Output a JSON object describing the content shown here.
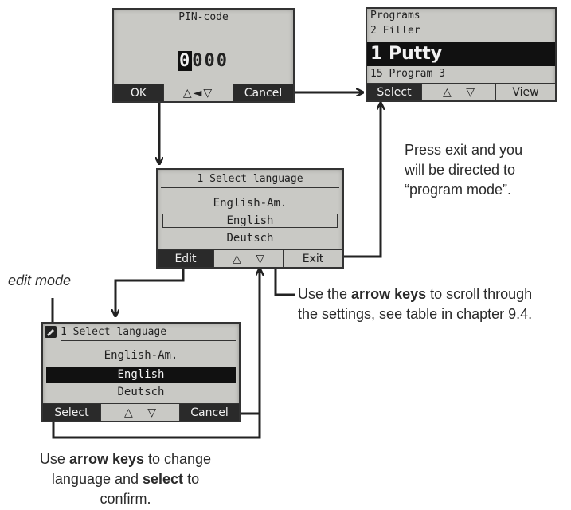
{
  "screens": {
    "pin": {
      "title": "PIN-code",
      "cursor_digit": "0",
      "digits": "000",
      "keys": [
        "OK",
        "△◄▽",
        "Cancel"
      ]
    },
    "programs": {
      "title": "Programs",
      "row_above": "2 Filler",
      "selected": "1 Putty",
      "row_below": "15 Program 3",
      "keys": [
        "Select",
        "△ ▽",
        "View"
      ]
    },
    "language": {
      "title": "1 Select language",
      "row_above": "English-Am.",
      "selected": "English",
      "row_below": "Deutsch",
      "keys": [
        "Edit",
        "△ ▽",
        "Exit"
      ]
    },
    "language_edit": {
      "title": "1 Select language",
      "row_above": "English-Am.",
      "selected": "English",
      "row_below": "Deutsch",
      "keys": [
        "Select",
        "△ ▽",
        "Cancel"
      ]
    }
  },
  "annotations": {
    "exit": "Press exit and you will be directed to “program mode”.",
    "edit_mode": "edit mode",
    "arrow_keys": {
      "pre": "Use the ",
      "bold": "arrow keys",
      "post": " to scroll through the settings, see table in chapter 9.4."
    },
    "change_language": {
      "pre": "Use ",
      "bold1": "arrow keys",
      "mid": " to change language and ",
      "bold2": "select",
      "post": " to confirm."
    }
  }
}
